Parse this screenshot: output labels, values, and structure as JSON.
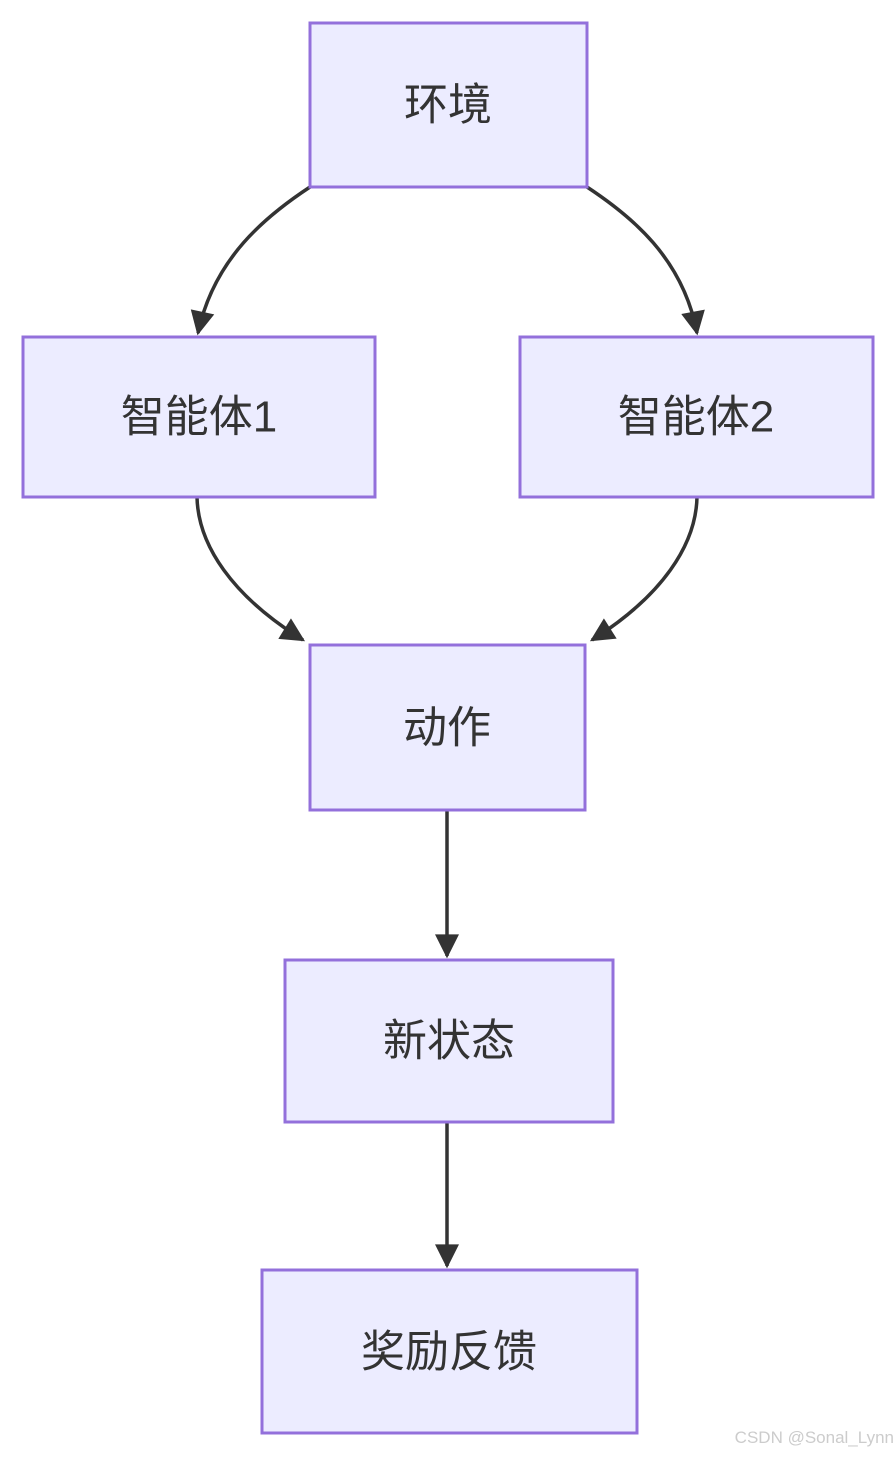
{
  "diagram": {
    "title": "multi-agent reinforcement learning flowchart",
    "nodes": [
      {
        "id": "env",
        "label": "环境"
      },
      {
        "id": "agent1",
        "label": "智能体1"
      },
      {
        "id": "agent2",
        "label": "智能体2"
      },
      {
        "id": "action",
        "label": "动作"
      },
      {
        "id": "new-state",
        "label": "新状态"
      },
      {
        "id": "reward",
        "label": "奖励反馈"
      }
    ],
    "edges": [
      {
        "from": "环境",
        "to": "智能体1"
      },
      {
        "from": "环境",
        "to": "智能体2"
      },
      {
        "from": "智能体1",
        "to": "动作"
      },
      {
        "from": "智能体2",
        "to": "动作"
      },
      {
        "from": "动作",
        "to": "新状态"
      },
      {
        "from": "新状态",
        "to": "奖励反馈"
      }
    ],
    "colors": {
      "node_fill": "#ECECFF",
      "node_border": "#9370DB",
      "edge": "#333333",
      "text": "#333333"
    }
  },
  "watermark": {
    "text": "CSDN @Sonal_Lynn"
  }
}
